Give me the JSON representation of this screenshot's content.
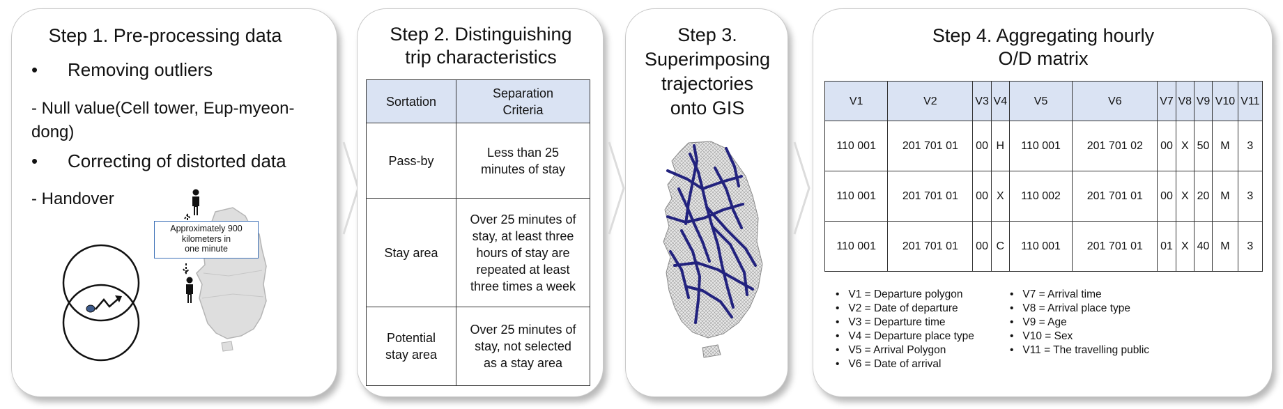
{
  "step1": {
    "title": "Step 1. Pre-processing data",
    "bullet1": "Removing outliers",
    "dash1": "- Null value(Cell tower, Eup-myeon-dong)",
    "bullet2": "Correcting of distorted data",
    "dash2": "- Handover",
    "callout": [
      "Approximately 900",
      "kilometers in",
      "one minute"
    ]
  },
  "step2": {
    "title": [
      "Step 2. Distinguishing",
      "trip characteristics"
    ],
    "headers": [
      "Sortation",
      "Separation Criteria"
    ],
    "rows": [
      [
        "Pass-by",
        "Less than 25 minutes of stay"
      ],
      [
        "Stay area",
        "Over 25 minutes of stay, at least three hours of stay are repeated at least three times a week"
      ],
      [
        "Potential stay area",
        "Over 25 minutes of stay, not selected as a stay area"
      ]
    ]
  },
  "step3": {
    "title": [
      "Step 3.",
      "Superimposing",
      "trajectories",
      "onto GIS"
    ]
  },
  "step4": {
    "title": [
      "Step 4. Aggregating hourly",
      "O/D matrix"
    ],
    "headers": [
      "V1",
      "V2",
      "V3",
      "V4",
      "V5",
      "V6",
      "V7",
      "V8",
      "V9",
      "V10",
      "V11"
    ],
    "rows": [
      [
        "110 001",
        "201 701 01",
        "00",
        "H",
        "110 001",
        "201 701 02",
        "00",
        "X",
        "50",
        "M",
        "3"
      ],
      [
        "110 001",
        "201 701 01",
        "00",
        "X",
        "110 002",
        "201 701 01",
        "00",
        "X",
        "20",
        "M",
        "3"
      ],
      [
        "110 001",
        "201 701 01",
        "00",
        "C",
        "110 001",
        "201 701 01",
        "01",
        "X",
        "40",
        "M",
        "3"
      ]
    ],
    "legend_left": [
      "V1 = Departure polygon",
      "V2 = Date of departure",
      "V3 = Departure time",
      "V4 = Departure place type",
      "V5 = Arrival Polygon",
      "V6 = Date of arrival"
    ],
    "legend_right": [
      "V7 = Arrival time",
      "V8 = Arrival place type",
      "V9 = Age",
      "V10 = Sex",
      "V11 = The travelling public"
    ]
  },
  "colors": {
    "header_fill": "#dae3f3",
    "trajectory": "#1f1f7a",
    "map_gray": "#a6a6a6"
  },
  "icons": [
    "person-icon",
    "cell-tower-circle",
    "handover-arrow-icon",
    "chevron-arrow-icon"
  ]
}
